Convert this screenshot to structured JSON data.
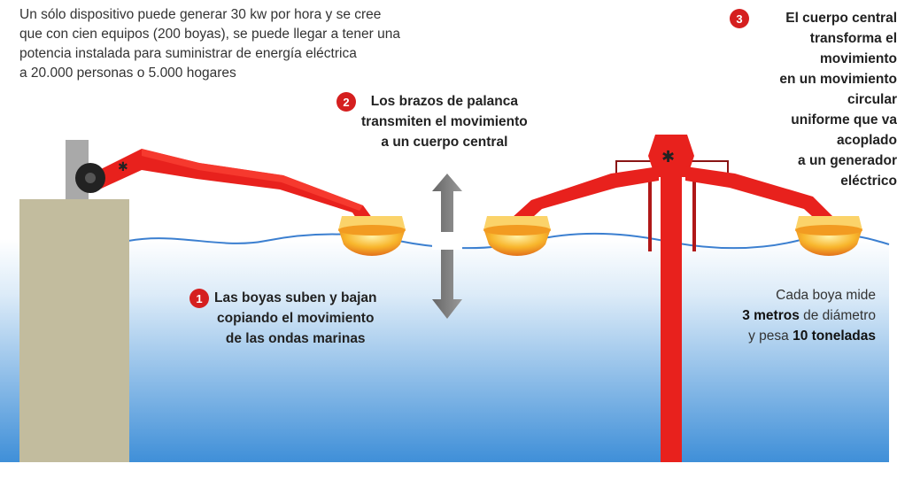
{
  "intro": {
    "line1": "Un sólo dispositivo puede generar 30 kw por hora y se cree",
    "line2": "que con cien equipos (200 boyas), se puede llegar a tener una",
    "line3": "potencia instalada para suministrar de energía eléctrica",
    "line4": "a 20.000 personas o 5.000 hogares"
  },
  "steps": [
    {
      "number": "1",
      "lines": [
        "Las boyas suben y bajan",
        "copiando el movimiento",
        "de las ondas marinas"
      ]
    },
    {
      "number": "2",
      "lines": [
        "Los brazos de palanca",
        "transmiten el movimiento",
        "a un cuerpo central"
      ]
    },
    {
      "number": "3",
      "lines": [
        "El cuerpo central",
        "transforma el movimiento",
        "en un movimiento circular",
        "uniforme que va acoplado",
        "a un generador eléctrico"
      ]
    }
  ],
  "fact": {
    "line1": "Cada boya mide",
    "size_value": "3 metros",
    "size_rest": " de diámetro",
    "weight_prefix": "y pesa ",
    "weight_value": "10 toneladas"
  },
  "colors": {
    "arm_red": "#e8211d",
    "buoy_orange": "#f5a623",
    "sea_blue": "#4a90d9",
    "pier": "#c2bc9e",
    "badge": "#d51f1f"
  }
}
